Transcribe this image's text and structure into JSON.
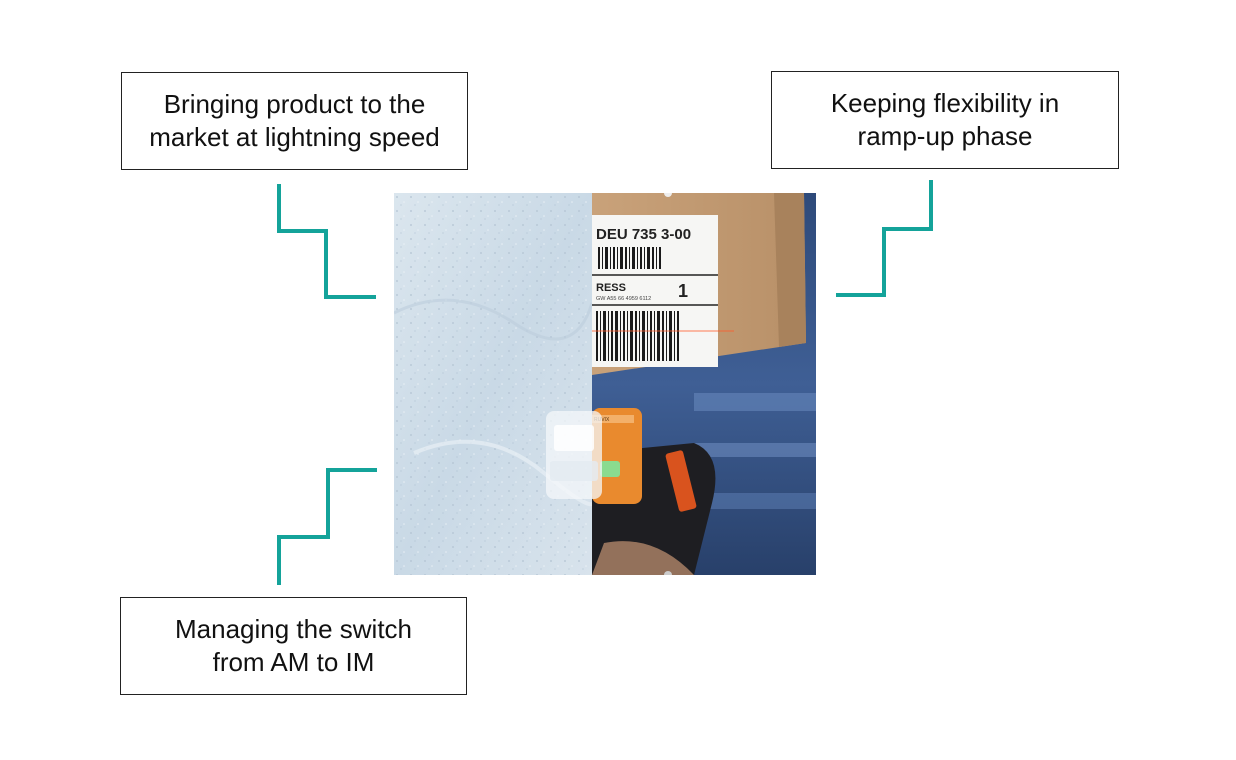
{
  "callouts": {
    "top_left": {
      "line1": "Bringing product to the",
      "line2": "market at lightning speed"
    },
    "top_right": {
      "line1": "Keeping flexibility in",
      "line2": "ramp-up phase"
    },
    "bottom_left": {
      "line1": "Managing the switch",
      "line2": "from AM to IM"
    }
  },
  "photo": {
    "label": {
      "code": "DEU 735 3-00",
      "field": "RESS",
      "number": "1",
      "small_print": "GW A55 66 4959 6112"
    },
    "scanner_brand": "RUVIX"
  },
  "colors": {
    "connector": "#14a39a",
    "box_border": "#222222",
    "text": "#111111"
  }
}
